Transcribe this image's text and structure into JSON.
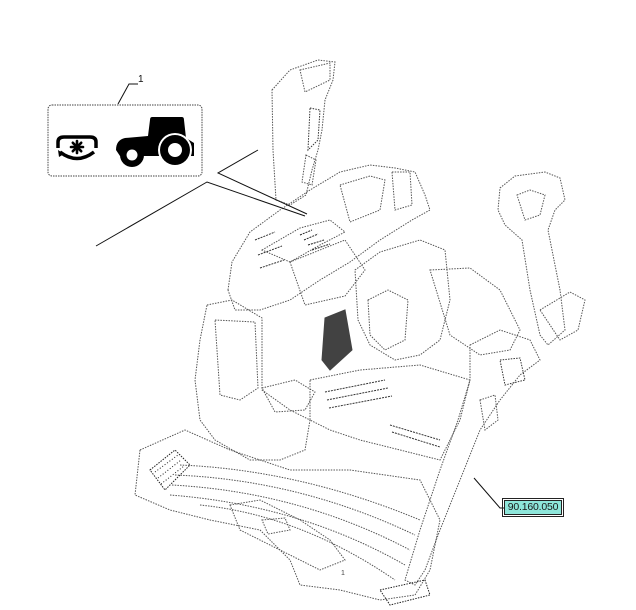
{
  "diagram": {
    "type": "exploded parts illustration",
    "subject": "tractor cab interior (floor, right-hand console, joystick, rear posts)",
    "callouts": [
      {
        "number": "1",
        "label": "decal-tractor-pto-symbol",
        "icons": [
          "pto-rotation-icon",
          "tractor-icon"
        ]
      }
    ],
    "reference_tag": {
      "text": "90.160.050",
      "color": "#8ee6da"
    },
    "minor_label": "1"
  }
}
